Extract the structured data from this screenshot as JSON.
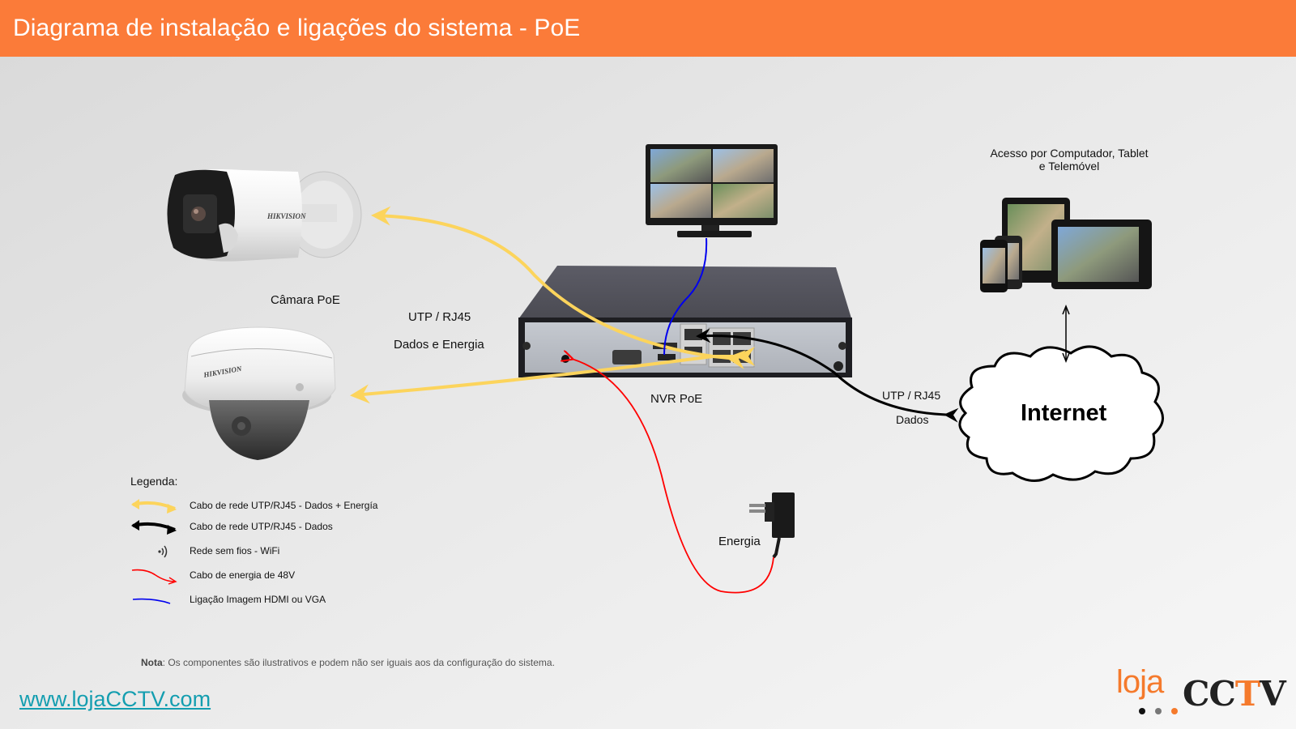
{
  "header": {
    "title": "Diagrama de instalação e ligações do sistema - PoE",
    "background_color": "#fb7b39"
  },
  "devices": {
    "camera_label": "Câmara PoE",
    "camera_brand": "HIKVISION",
    "nvr_label": "NVR PoE",
    "monitor": "monitor-icon",
    "power_adapter_label": "Energia",
    "remote_access_label_line1": "Acesso por Computador, Tablet",
    "remote_access_label_line2": "e Telemóvel",
    "internet_label": "Internet"
  },
  "connections": {
    "camera_cable_line1": "UTP / RJ45",
    "camera_cable_line2": "Dados e Energia",
    "internet_cable_line1": "UTP / RJ45",
    "internet_cable_line2": "Dados"
  },
  "legend": {
    "title": "Legenda:",
    "items": [
      {
        "label": "Cabo de rede UTP/RJ45 - Dados + Energía",
        "icon": "yellow-double-arrow-icon",
        "color": "#fcd45c"
      },
      {
        "label": "Cabo de rede UTP/RJ45 - Dados",
        "icon": "black-double-arrow-icon",
        "color": "#000000"
      },
      {
        "label": "Rede sem fios - WiFi",
        "icon": "wifi-icon",
        "color": "#333333"
      },
      {
        "label": "Cabo de energia de 48V",
        "icon": "red-arrow-icon",
        "color": "#ff0000"
      },
      {
        "label": "Ligação Imagem HDMI ou VGA",
        "icon": "blue-line-icon",
        "color": "#0000ee"
      }
    ]
  },
  "footer": {
    "note_bold": "Nota",
    "note_text": ": Os componentes são ilustrativos e podem não ser iguais aos da configuração do sistema.",
    "website": "www.lojaCCTV.com",
    "logo_part1": "loja",
    "logo_part2": "CC",
    "logo_part3": "T",
    "logo_part4": "V"
  },
  "colors": {
    "poe_cable": "#fcd45c",
    "data_cable": "#000000",
    "power_cable": "#ff0000",
    "video_cable": "#0000ee",
    "link": "#149eb0",
    "brand_orange": "#f57a2c"
  }
}
